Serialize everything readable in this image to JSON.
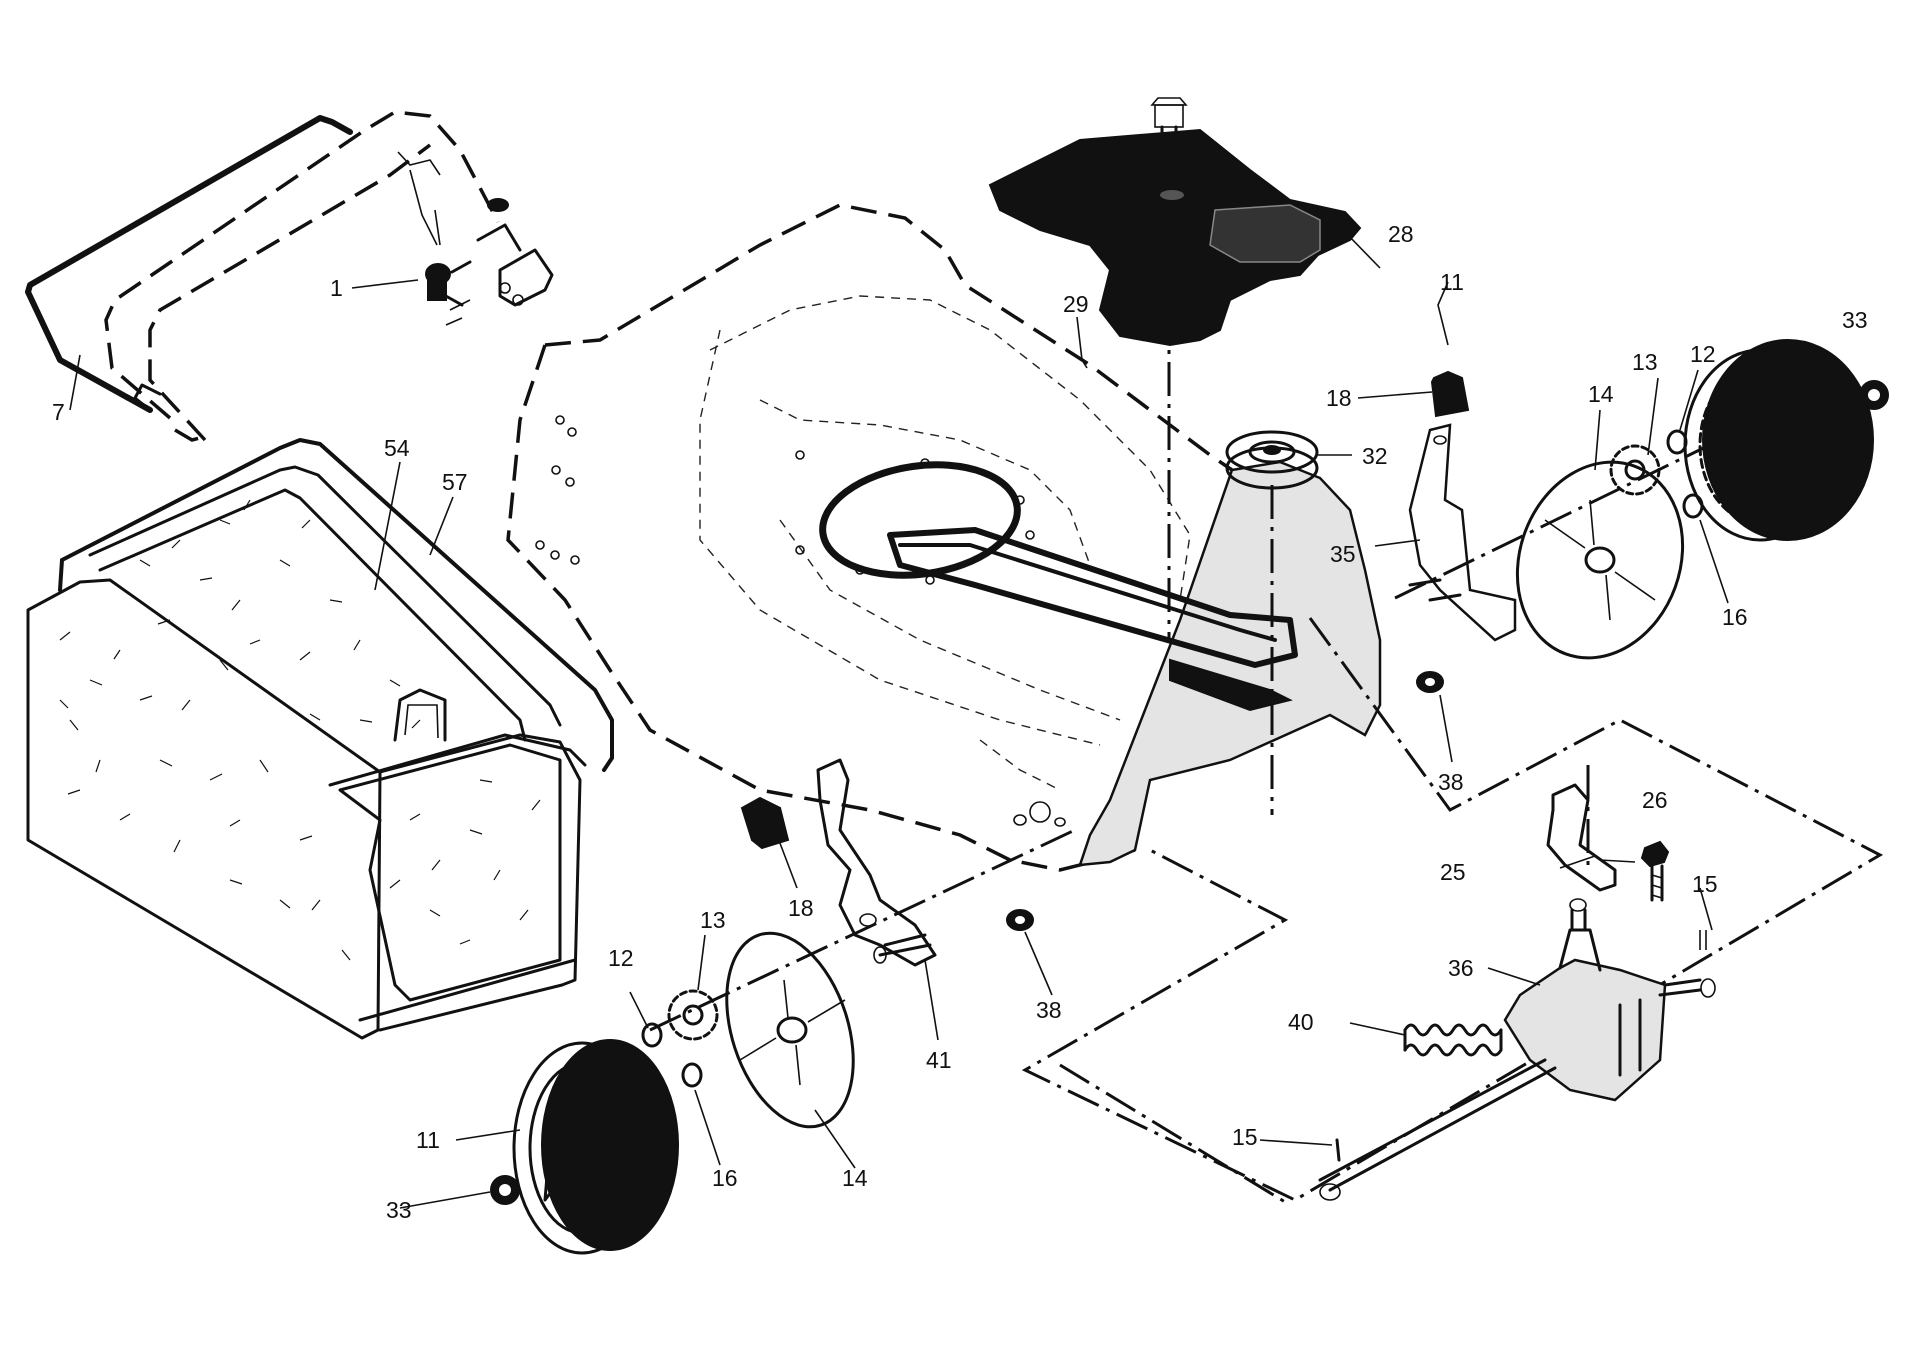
{
  "diagram": {
    "callouts": [
      {
        "key": "handle_upper_1",
        "label": "1"
      },
      {
        "key": "handle_lower_7",
        "label": "7"
      },
      {
        "key": "wheel_right_11",
        "label": "11"
      },
      {
        "key": "wheel_left_11",
        "label": "11"
      },
      {
        "key": "ring_right_12",
        "label": "12"
      },
      {
        "key": "ring_left_12",
        "label": "12"
      },
      {
        "key": "gear_right_13",
        "label": "13"
      },
      {
        "key": "gear_left_13",
        "label": "13"
      },
      {
        "key": "cover_right_14",
        "label": "14"
      },
      {
        "key": "cover_left_14",
        "label": "14"
      },
      {
        "key": "pin_upper_15",
        "label": "15"
      },
      {
        "key": "pin_lower_15",
        "label": "15"
      },
      {
        "key": "washer_right_16",
        "label": "16"
      },
      {
        "key": "washer_left_16",
        "label": "16"
      },
      {
        "key": "knob_right_18",
        "label": "18"
      },
      {
        "key": "knob_left_18",
        "label": "18"
      },
      {
        "key": "bracket_25",
        "label": "25"
      },
      {
        "key": "bolt_26",
        "label": "26"
      },
      {
        "key": "cover_28",
        "label": "28"
      },
      {
        "key": "belt_29",
        "label": "29"
      },
      {
        "key": "pulley_32",
        "label": "32"
      },
      {
        "key": "nut_right_33",
        "label": "33"
      },
      {
        "key": "nut_left_33",
        "label": "33"
      },
      {
        "key": "adjuster_35",
        "label": "35"
      },
      {
        "key": "transmission_36",
        "label": "36"
      },
      {
        "key": "nut_right_38",
        "label": "38"
      },
      {
        "key": "nut_left_38",
        "label": "38"
      },
      {
        "key": "spring_40",
        "label": "40"
      },
      {
        "key": "adjuster_41",
        "label": "41"
      },
      {
        "key": "bag_54",
        "label": "54"
      },
      {
        "key": "frame_57",
        "label": "57"
      }
    ]
  }
}
